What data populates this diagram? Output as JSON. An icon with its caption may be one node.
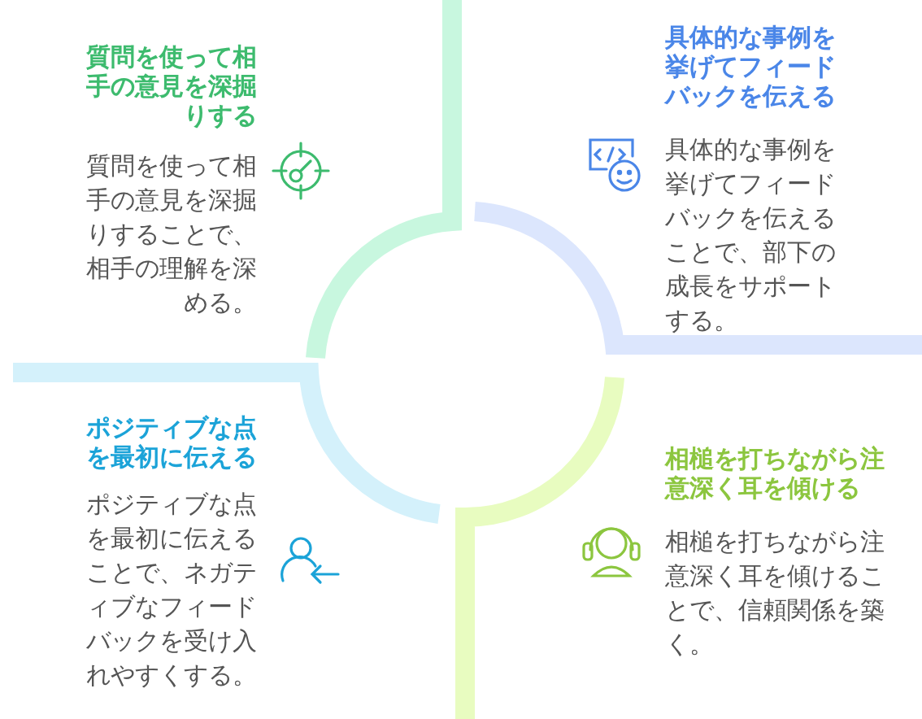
{
  "diagram": {
    "nodes": [
      {
        "text": [
          "質問を使って相手の意見を深掘りする",
          "質問を使って相手の意見を深掘りすることで、相手の理解を深める。"
        ]
      },
      {
        "text": [
          "具体的な事例を挙げてフィードバックを伝える",
          "具体的な事例を挙げてフィードバックを伝えることで、部下の成長をサポートする。"
        ]
      },
      {
        "text": [
          "ポジティブな点を最初に伝える",
          "ポジティブな点を最初に伝えることで、ネガティブなフィードバックを受け入れやすくする。"
        ]
      },
      {
        "text": [
          "相槌を打ちながら注意深く耳を傾ける",
          "相槌を打ちながら注意深く耳を傾けることで、信頼関係を築く。"
        ]
      }
    ]
  }
}
